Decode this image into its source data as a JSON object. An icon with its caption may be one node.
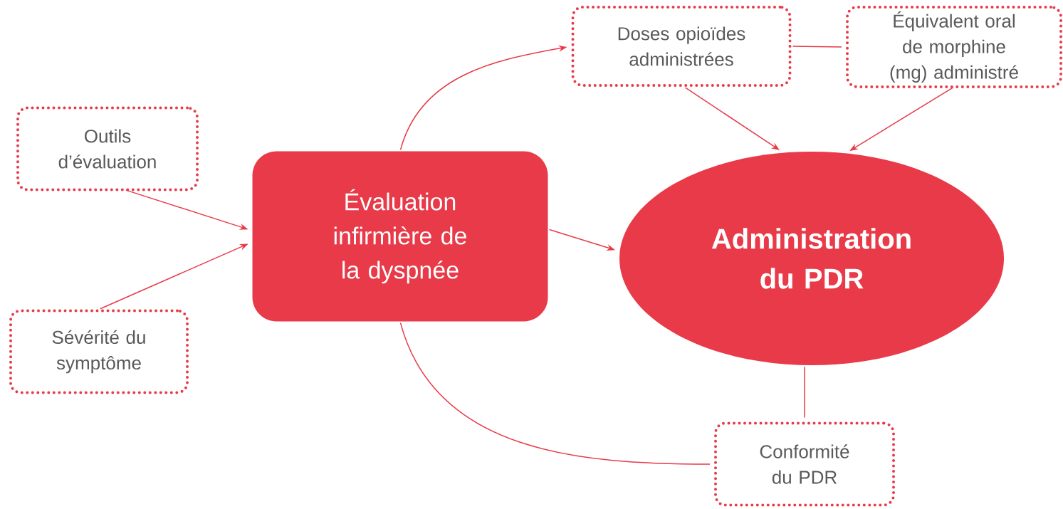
{
  "diagram": {
    "nodes": [
      {
        "text": [
          "Outils d’évaluation"
        ]
      },
      {
        "text": [
          "Sévérité du symptôme"
        ]
      },
      {
        "text": [
          "Évaluation infirmière de la dyspnée"
        ]
      },
      {
        "text": [
          "Doses opioïdes administrées"
        ]
      },
      {
        "text": [
          "Équivalent oral de morphine (mg) administré"
        ]
      },
      {
        "text": [
          "Administration du PDR"
        ]
      },
      {
        "text": [
          "Conformité du PDR"
        ]
      }
    ],
    "edges": [
      {
        "from": 0,
        "to": 2,
        "arrow": "to"
      },
      {
        "from": 1,
        "to": 2,
        "arrow": "to"
      },
      {
        "from": 2,
        "to": 5,
        "arrow": "to"
      },
      {
        "from": 2,
        "to": 3,
        "arrow": "to"
      },
      {
        "from": 3,
        "to": 4,
        "arrow": "none"
      },
      {
        "from": 3,
        "to": 5,
        "arrow": "to"
      },
      {
        "from": 4,
        "to": 5,
        "arrow": "to"
      },
      {
        "from": 5,
        "to": 6,
        "arrow": "none"
      },
      {
        "from": 2,
        "to": 6,
        "arrow": "none"
      }
    ]
  }
}
